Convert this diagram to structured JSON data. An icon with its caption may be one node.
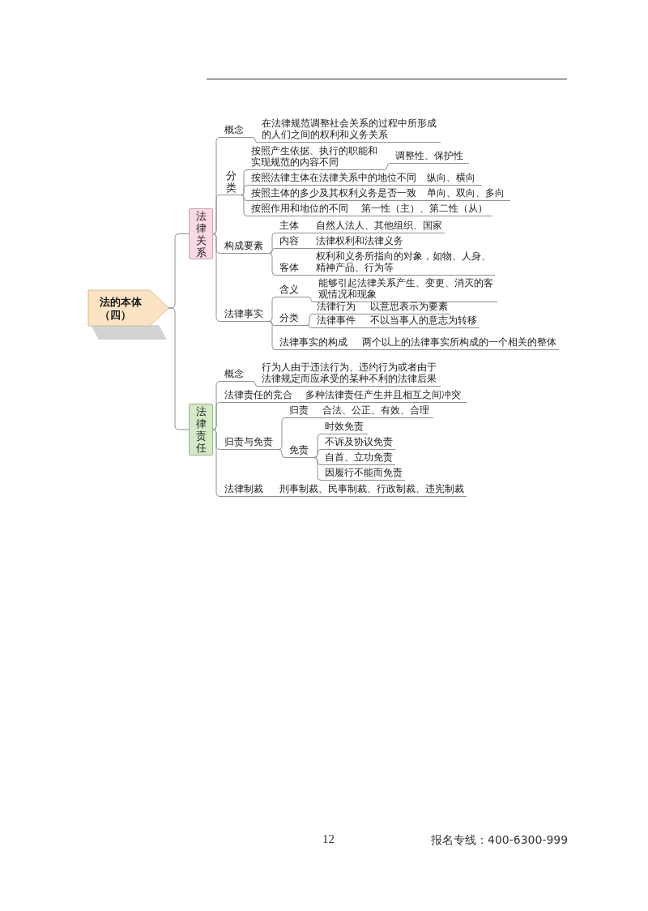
{
  "diagram": {
    "nodes": [
      {
        "text": [
          "法的本体（四）"
        ]
      },
      {
        "text": [
          "法律关系"
        ]
      },
      {
        "text": [
          "概念"
        ]
      },
      {
        "text": [
          "在法律规范调整社会关系的过程中所形成的人们之间的权利和义务关系"
        ]
      },
      {
        "text": [
          "分类"
        ]
      },
      {
        "text": [
          "按照产生依据、执行的职能和实现规范的内容不同"
        ]
      },
      {
        "text": [
          "调整性、保护性"
        ]
      },
      {
        "text": [
          "按照法律主体在法律关系中的地位不同"
        ]
      },
      {
        "text": [
          "纵向、横向"
        ]
      },
      {
        "text": [
          "按照主体的多少及其权利义务是否一致"
        ]
      },
      {
        "text": [
          "单向、双向、多向"
        ]
      },
      {
        "text": [
          "按照作用和地位的不同"
        ]
      },
      {
        "text": [
          "第一性（主）、第二性（从）"
        ]
      },
      {
        "text": [
          "构成要素"
        ]
      },
      {
        "text": [
          "主体"
        ]
      },
      {
        "text": [
          "自然人法人、其他组织、国家"
        ]
      },
      {
        "text": [
          "内容"
        ]
      },
      {
        "text": [
          "法律权利和法律义务"
        ]
      },
      {
        "text": [
          "客体"
        ]
      },
      {
        "text": [
          "权利和义务所指向的对象，如物、人身、精神产品、行为等"
        ]
      },
      {
        "text": [
          "法律事实"
        ]
      },
      {
        "text": [
          "含义"
        ]
      },
      {
        "text": [
          "能够引起法律关系产生、变更、消灭的客观情况和现象"
        ]
      },
      {
        "text": [
          "分类"
        ]
      },
      {
        "text": [
          "法律行为"
        ]
      },
      {
        "text": [
          "以意思表示为要素"
        ]
      },
      {
        "text": [
          "法律事件"
        ]
      },
      {
        "text": [
          "不以当事人的意志为转移"
        ]
      },
      {
        "text": [
          "法律事实的构成"
        ]
      },
      {
        "text": [
          "两个以上的法律事实所构成的一个相关的整体"
        ]
      },
      {
        "text": [
          "法律责任"
        ]
      },
      {
        "text": [
          "概念"
        ]
      },
      {
        "text": [
          "行为人由于违法行为、违约行为或者由于法律规定而应承受的某种不利的法律后果"
        ]
      },
      {
        "text": [
          "法律责任的竞合"
        ]
      },
      {
        "text": [
          "多种法律责任产生并且相互之间冲突"
        ]
      },
      {
        "text": [
          "归责与免责"
        ]
      },
      {
        "text": [
          "归责"
        ]
      },
      {
        "text": [
          "合法、公正、有效、合理"
        ]
      },
      {
        "text": [
          "免责"
        ]
      },
      {
        "text": [
          "时效免责"
        ]
      },
      {
        "text": [
          "不诉及协议免责"
        ]
      },
      {
        "text": [
          "自首、立功免责"
        ]
      },
      {
        "text": [
          "因履行不能而免责"
        ]
      },
      {
        "text": [
          "法律制裁"
        ]
      },
      {
        "text": [
          "刑事制裁、民事制裁、行政制裁、违宪制裁"
        ]
      }
    ],
    "edges": [
      {
        "from": 0,
        "to": 1,
        "arrow": "none"
      },
      {
        "from": 0,
        "to": 30,
        "arrow": "none"
      },
      {
        "from": 1,
        "to": 2,
        "arrow": "none"
      },
      {
        "from": 2,
        "to": 3,
        "arrow": "none"
      },
      {
        "from": 1,
        "to": 4,
        "arrow": "none"
      },
      {
        "from": 4,
        "to": 5,
        "arrow": "none"
      },
      {
        "from": 5,
        "to": 6,
        "arrow": "none"
      },
      {
        "from": 4,
        "to": 7,
        "arrow": "none"
      },
      {
        "from": 7,
        "to": 8,
        "arrow": "none"
      },
      {
        "from": 4,
        "to": 9,
        "arrow": "none"
      },
      {
        "from": 9,
        "to": 10,
        "arrow": "none"
      },
      {
        "from": 4,
        "to": 11,
        "arrow": "none"
      },
      {
        "from": 11,
        "to": 12,
        "arrow": "none"
      },
      {
        "from": 1,
        "to": 13,
        "arrow": "none"
      },
      {
        "from": 13,
        "to": 14,
        "arrow": "none"
      },
      {
        "from": 14,
        "to": 15,
        "arrow": "none"
      },
      {
        "from": 13,
        "to": 16,
        "arrow": "none"
      },
      {
        "from": 16,
        "to": 17,
        "arrow": "none"
      },
      {
        "from": 13,
        "to": 18,
        "arrow": "none"
      },
      {
        "from": 18,
        "to": 19,
        "arrow": "none"
      },
      {
        "from": 1,
        "to": 20,
        "arrow": "none"
      },
      {
        "from": 20,
        "to": 21,
        "arrow": "none"
      },
      {
        "from": 21,
        "to": 22,
        "arrow": "none"
      },
      {
        "from": 20,
        "to": 23,
        "arrow": "none"
      },
      {
        "from": 23,
        "to": 24,
        "arrow": "none"
      },
      {
        "from": 24,
        "to": 25,
        "arrow": "none"
      },
      {
        "from": 23,
        "to": 26,
        "arrow": "none"
      },
      {
        "from": 26,
        "to": 27,
        "arrow": "none"
      },
      {
        "from": 20,
        "to": 28,
        "arrow": "none"
      },
      {
        "from": 28,
        "to": 29,
        "arrow": "none"
      },
      {
        "from": 30,
        "to": 31,
        "arrow": "none"
      },
      {
        "from": 31,
        "to": 32,
        "arrow": "none"
      },
      {
        "from": 30,
        "to": 33,
        "arrow": "none"
      },
      {
        "from": 33,
        "to": 34,
        "arrow": "none"
      },
      {
        "from": 30,
        "to": 35,
        "arrow": "none"
      },
      {
        "from": 35,
        "to": 36,
        "arrow": "none"
      },
      {
        "from": 36,
        "to": 37,
        "arrow": "none"
      },
      {
        "from": 35,
        "to": 38,
        "arrow": "none"
      },
      {
        "from": 38,
        "to": 39,
        "arrow": "none"
      },
      {
        "from": 38,
        "to": 40,
        "arrow": "none"
      },
      {
        "from": 38,
        "to": 41,
        "arrow": "none"
      },
      {
        "from": 38,
        "to": 42,
        "arrow": "none"
      },
      {
        "from": 30,
        "to": 43,
        "arrow": "none"
      },
      {
        "from": 43,
        "to": 44,
        "arrow": "none"
      }
    ],
    "labels": [
      "12",
      "报名专线：400-6300-999"
    ]
  }
}
